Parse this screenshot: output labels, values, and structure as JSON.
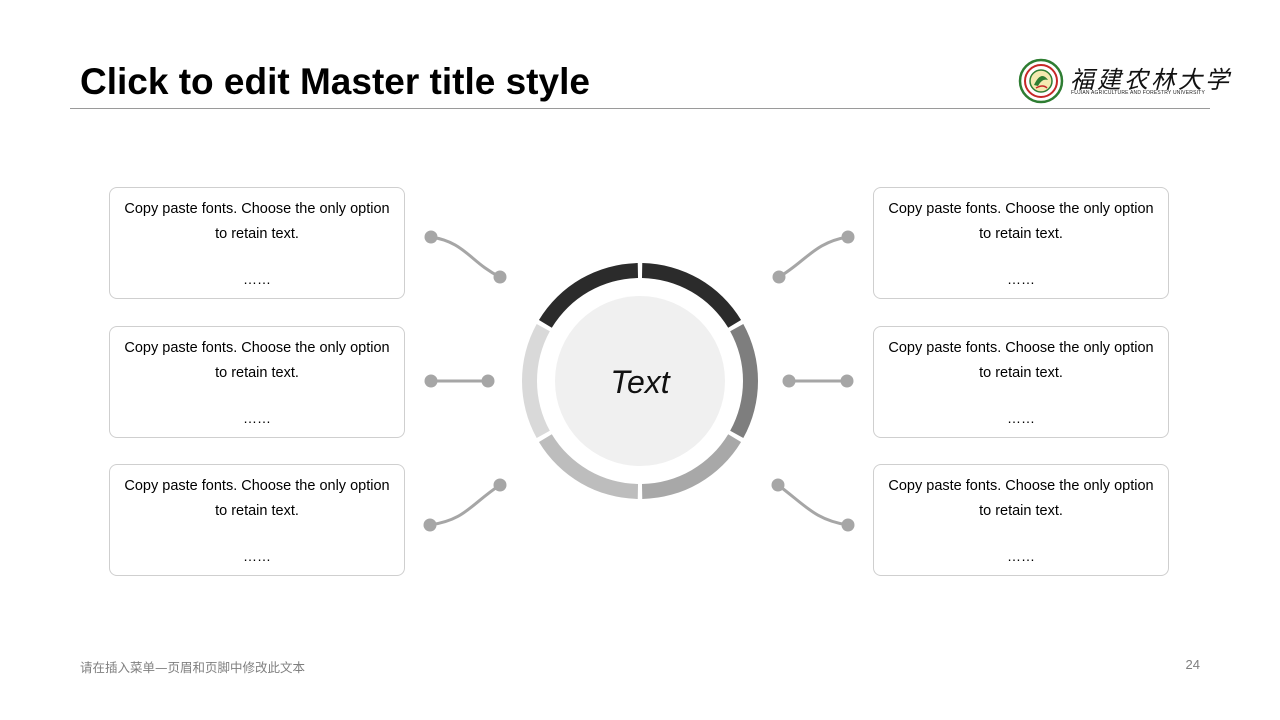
{
  "slide": {
    "title": "Click to edit Master title style",
    "footer_text": "请在插入菜单—页眉和页脚中修改此文本",
    "page_number": "24"
  },
  "logo": {
    "cn_name": "福建农林大学",
    "en_name": "FUJIAN AGRICULTURE AND FORESTRY UNIVERSITY"
  },
  "diagram": {
    "center_label": "Text",
    "cards": [
      {
        "text": "Copy paste fonts. Choose the only option to retain text.",
        "more": "……"
      },
      {
        "text": "Copy paste fonts. Choose the only option to retain text.",
        "more": "……"
      },
      {
        "text": "Copy paste fonts. Choose the only option to retain text.",
        "more": "……"
      },
      {
        "text": "Copy paste fonts. Choose the only option to retain text.",
        "more": "……"
      },
      {
        "text": "Copy paste fonts. Choose the only option to retain text.",
        "more": "……"
      },
      {
        "text": "Copy paste fonts. Choose the only option to retain text.",
        "more": "……"
      }
    ],
    "segment_colors": [
      "#2b2b2b",
      "#7e7e7e",
      "#a8a8a8",
      "#bdbdbd",
      "#d9d9d9",
      "#2b2b2b"
    ],
    "connector_color": "#a6a6a6",
    "center_fill": "#f0f0f0"
  }
}
